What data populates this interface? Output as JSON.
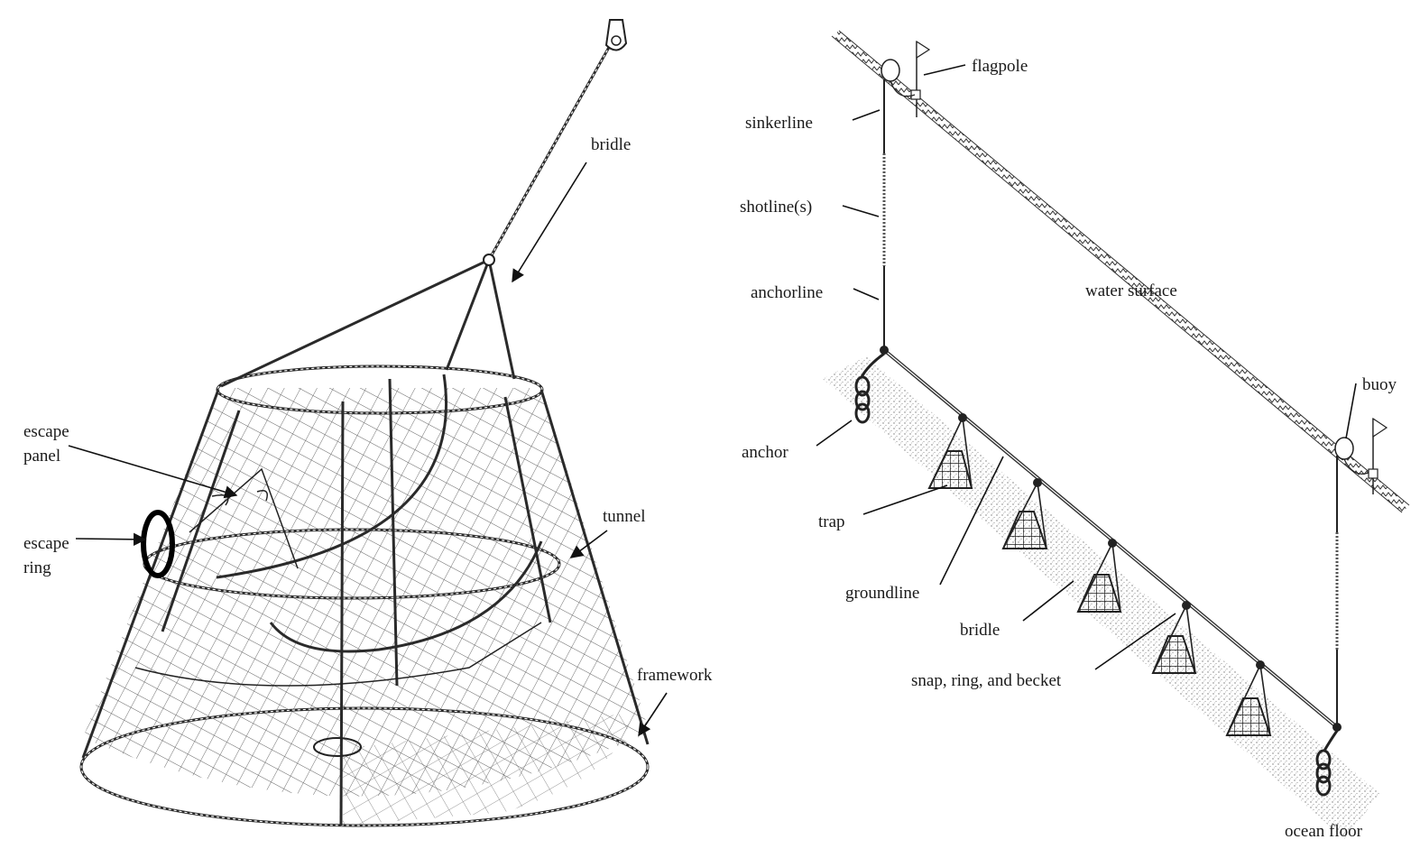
{
  "left_panel": {
    "labels": {
      "bridle": "bridle",
      "escape_panel_1": "escape",
      "escape_panel_2": "panel",
      "escape_ring_1": "escape",
      "escape_ring_2": "ring",
      "tunnel": "tunnel",
      "framework": "framework"
    }
  },
  "right_panel": {
    "labels": {
      "flagpole": "flagpole",
      "sinkerline": "sinkerline",
      "shotline": "shotline(s)",
      "anchorline": "anchorline",
      "water_surface": "water surface",
      "buoy": "buoy",
      "anchor": "anchor",
      "trap": "trap",
      "groundline": "groundline",
      "bridle": "bridle",
      "snap": "snap, ring, and becket",
      "ocean_floor": "ocean floor"
    }
  }
}
